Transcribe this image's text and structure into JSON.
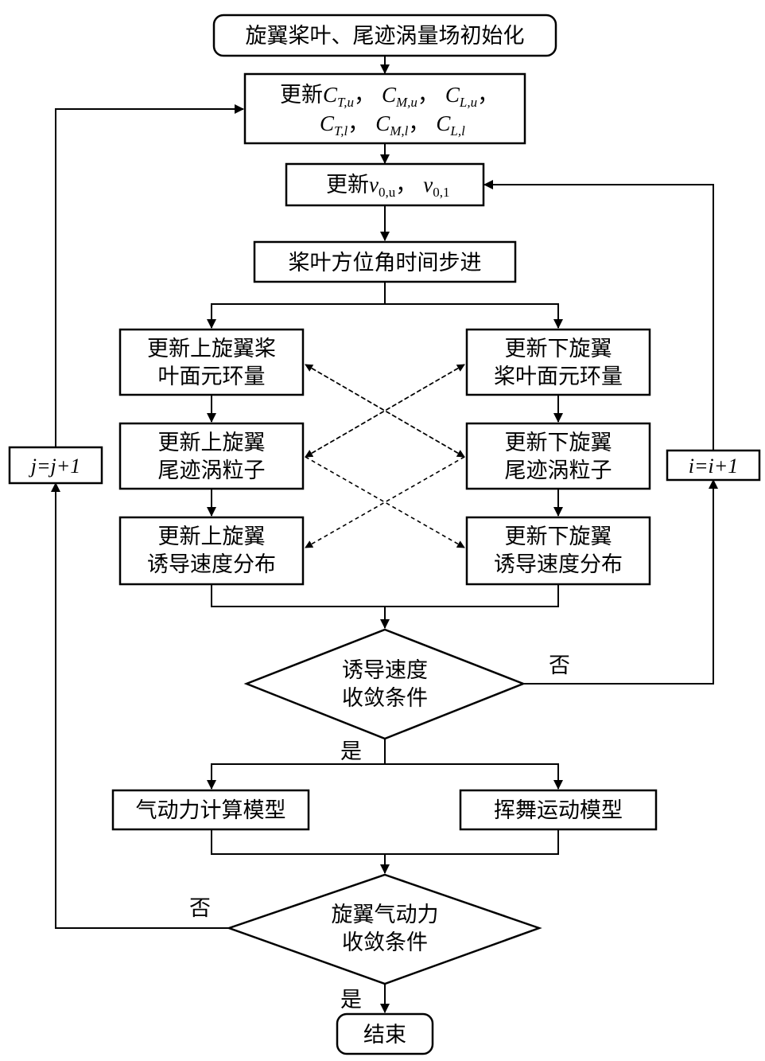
{
  "nodes": {
    "init": "旋翼桨叶、尾迹涡量场初始化",
    "update_coeffs_prefix": "更新",
    "update_coeffs_line1": [
      "C",
      "T,u",
      "，",
      "C",
      "M,u",
      "，",
      "C",
      "L,u",
      "，"
    ],
    "update_coeffs_line2": [
      "C",
      "T,l",
      "，",
      "C",
      "M,l",
      "，",
      "C",
      "L,l"
    ],
    "update_v0_prefix": "更新",
    "update_v0": [
      "v",
      "0,u",
      "，",
      "v",
      "0,1"
    ],
    "time_step": "桨叶方位角时间步进",
    "upper_circ": [
      "更新上旋翼桨",
      "叶面元环量"
    ],
    "lower_circ": [
      "更新下旋翼",
      "桨叶面元环量"
    ],
    "upper_wake": [
      "更新上旋翼",
      "尾迹涡粒子"
    ],
    "lower_wake": [
      "更新下旋翼",
      "尾迹涡粒子"
    ],
    "upper_induced": [
      "更新上旋翼",
      "诱导速度分布"
    ],
    "lower_induced": [
      "更新下旋翼",
      "诱导速度分布"
    ],
    "induced_conv": [
      "诱导速度",
      "收敛条件"
    ],
    "aero_model": "气动力计算模型",
    "flap_model": "挥舞运动模型",
    "aero_conv": [
      "旋翼气动力",
      "收敛条件"
    ],
    "end": "结束"
  },
  "loops": {
    "i_counter": "i=i+1",
    "j_counter": "j=j+1"
  },
  "labels": {
    "no1": "否",
    "yes1": "是",
    "no2": "否",
    "yes2": "是"
  }
}
